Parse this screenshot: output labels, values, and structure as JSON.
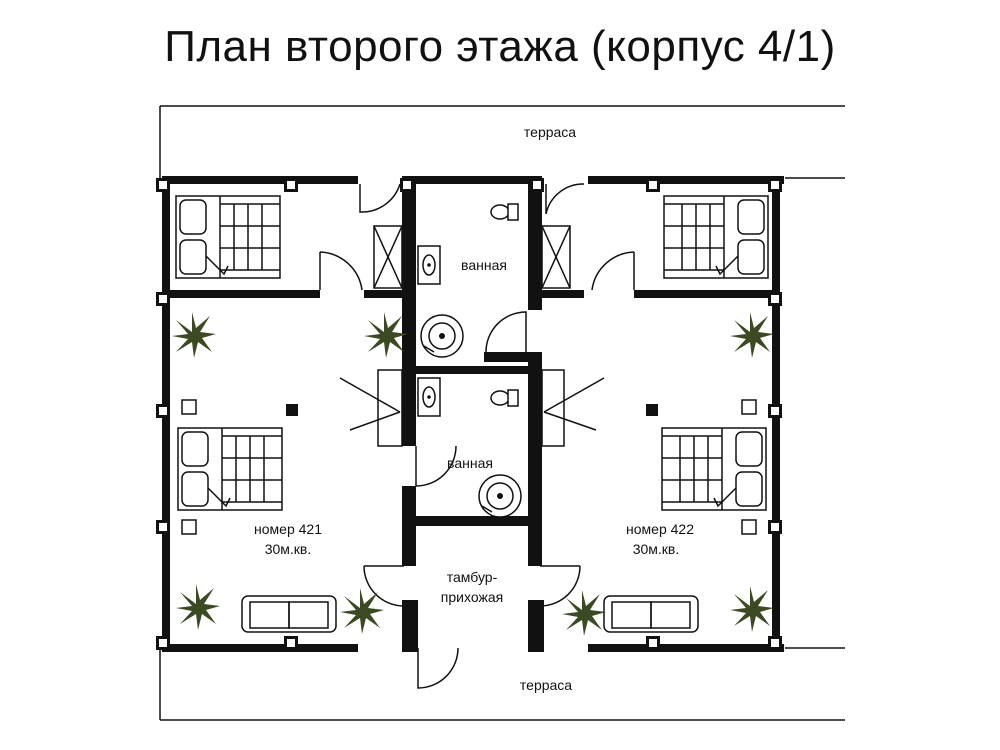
{
  "title": "План второго этажа (корпус 4/1)",
  "labels": {
    "terrace_top": "терраса",
    "terrace_bottom": "терраса",
    "bath_upper": "ванная",
    "bath_lower": "ванная",
    "vestibule_line1": "тамбур-",
    "vestibule_line2": "прихожая",
    "room_left_name": "номер 421",
    "room_left_area": "30м.кв.",
    "room_right_name": "номер 422",
    "room_right_area": "30м.кв."
  }
}
